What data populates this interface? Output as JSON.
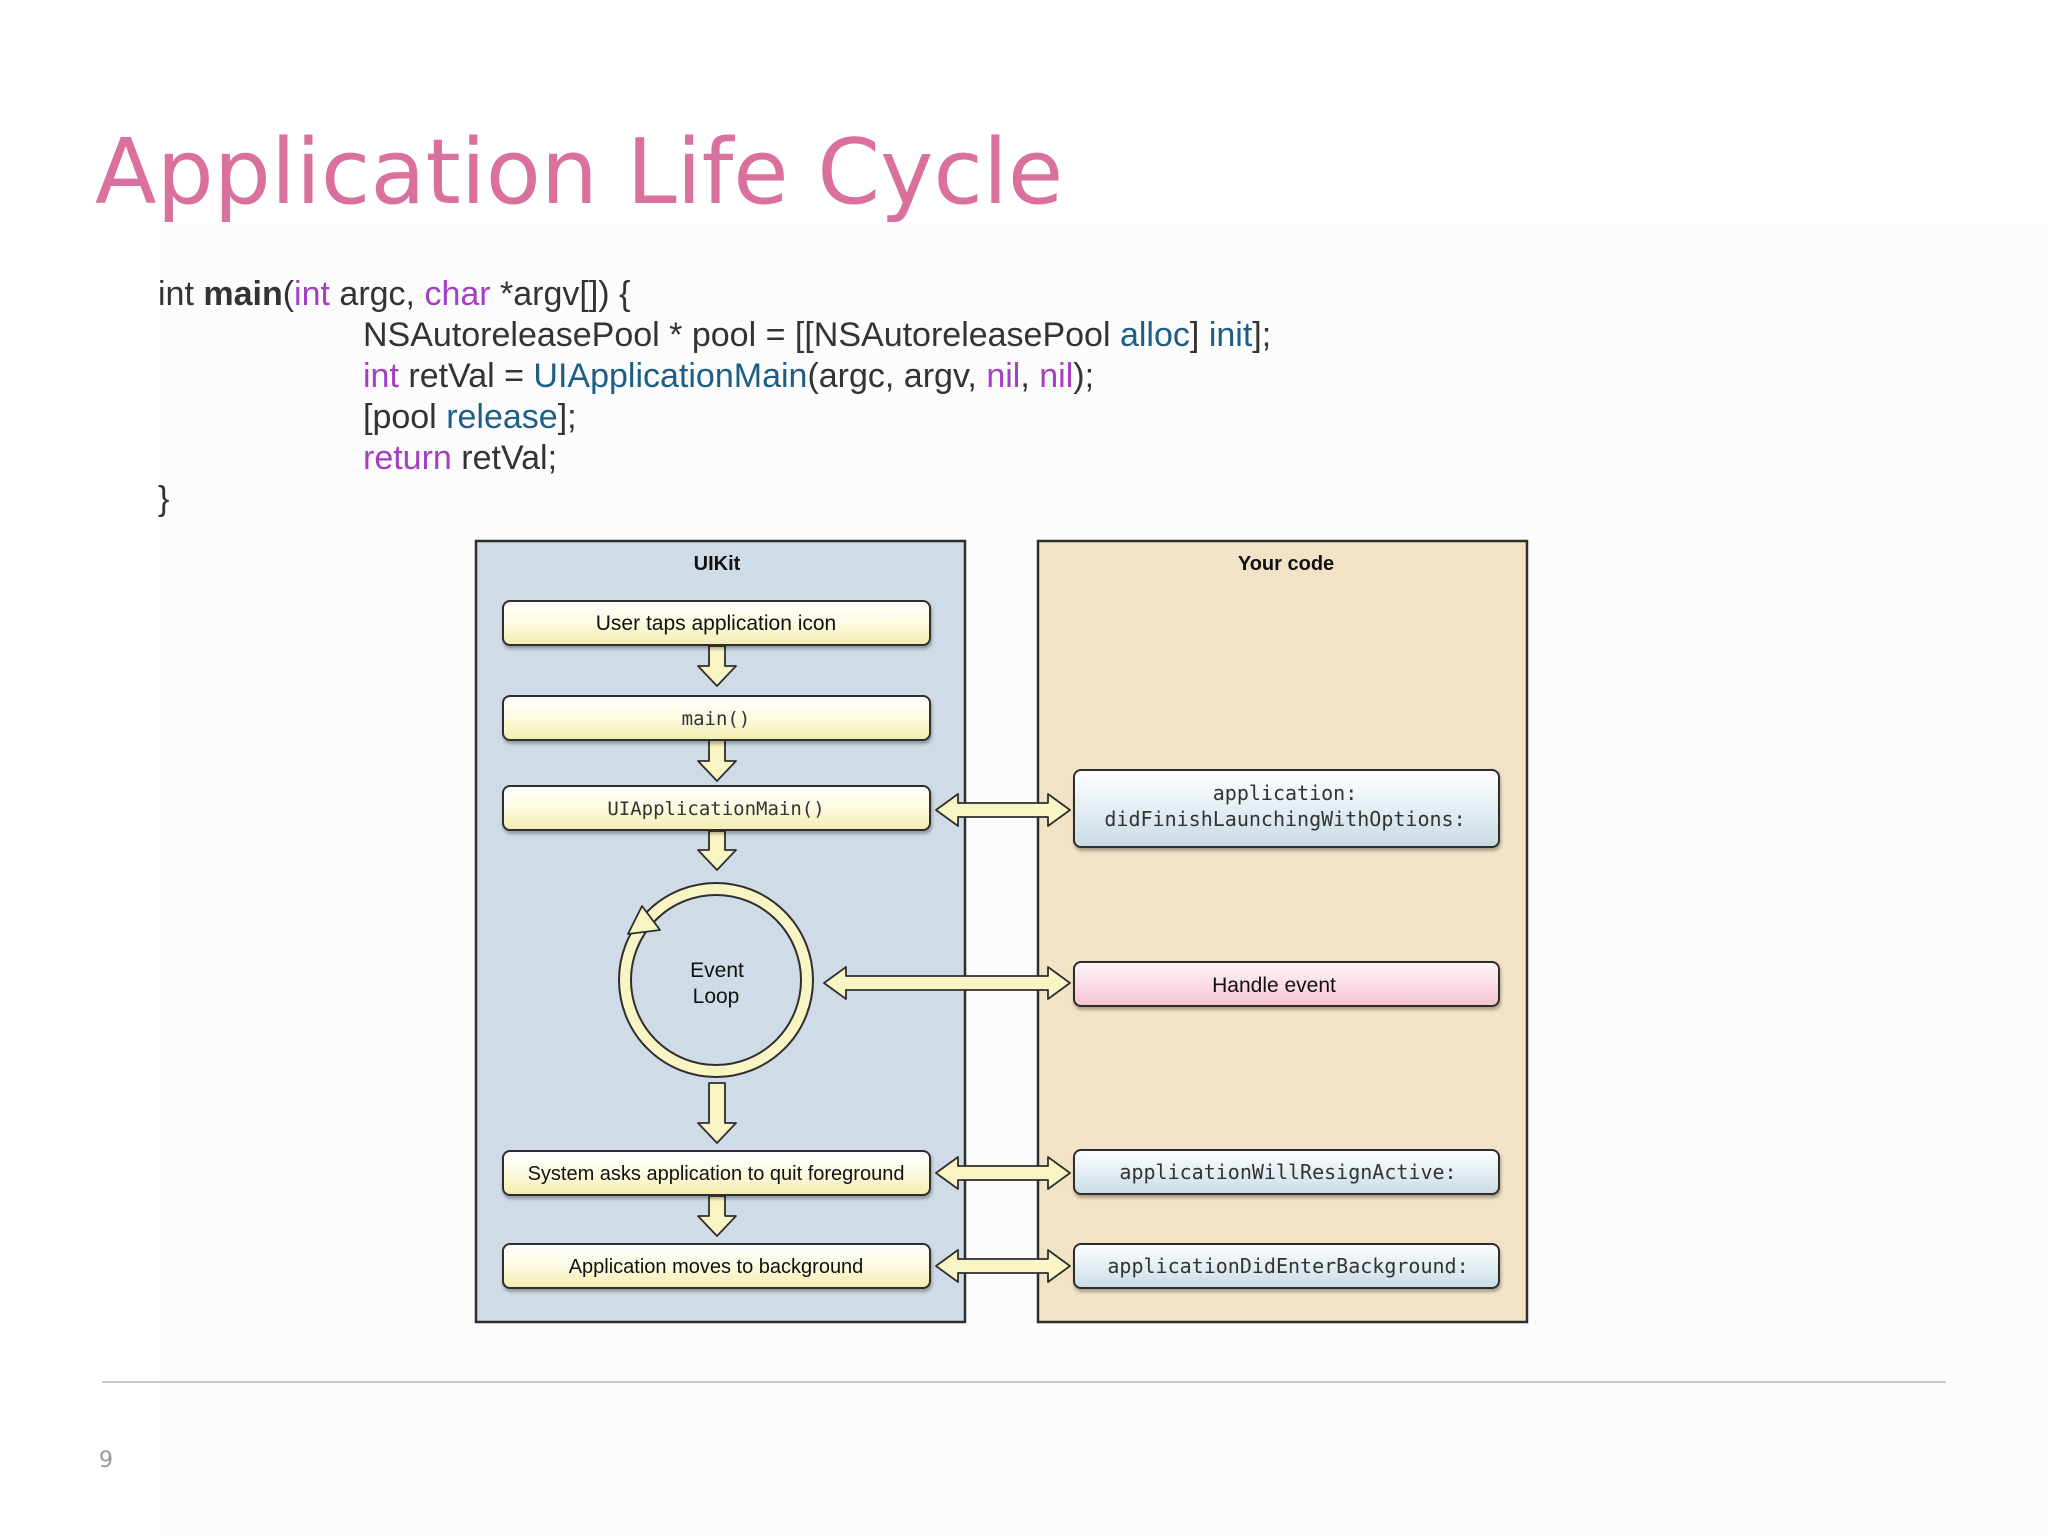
{
  "slide": {
    "title": "Application Life Cycle",
    "page_number": "9"
  },
  "code": {
    "line1": {
      "t1": "int ",
      "t2": "main",
      "t3": "(",
      "t4": "int",
      "t5": " argc, ",
      "t6": "char",
      "t7": " *argv[]) {"
    },
    "line2": {
      "t1": "NSAutoreleasePool * pool = [[NSAutoreleasePool ",
      "t2": "alloc",
      "t3": "] ",
      "t4": "init",
      "t5": "];"
    },
    "line3": {
      "t1": "int",
      "t2": " retVal = ",
      "t3": "UIApplicationMain",
      "t4": "(argc, argv, ",
      "t5": "nil",
      "t6": ", ",
      "t7": "nil",
      "t8": ");"
    },
    "line4": {
      "t1": "[pool ",
      "t2": "release",
      "t3": "];"
    },
    "line5": {
      "t1": "return",
      "t2": " retVal;"
    },
    "line6": {
      "t1": "}"
    }
  },
  "diagram": {
    "uikit_label": "UIKit",
    "yourcode_label": "Your code",
    "uikit_steps": [
      "User taps application icon",
      "main()",
      "UIApplicationMain()",
      "System asks application to quit foreground",
      "Application moves to background"
    ],
    "event_loop": {
      "line1": "Event",
      "line2": "Loop"
    },
    "yourcode_steps": {
      "did_finish_line1": "application:",
      "did_finish_line2": "didFinishLaunchingWithOptions:",
      "handle_event": "Handle event",
      "will_resign": "applicationWillResignActive:",
      "did_enter_bg": "applicationDidEnterBackground:"
    }
  },
  "colors": {
    "title": "#d9709d",
    "keyword": "#a43ec2",
    "method": "#1d5f84",
    "uikit_panel": "#cfdbe6",
    "yourcode_panel": "#f3e3c6",
    "uikit_box": "#fbf8d6",
    "callback_box": "#dde9f0",
    "handle_event_box": "#f9d6df"
  }
}
